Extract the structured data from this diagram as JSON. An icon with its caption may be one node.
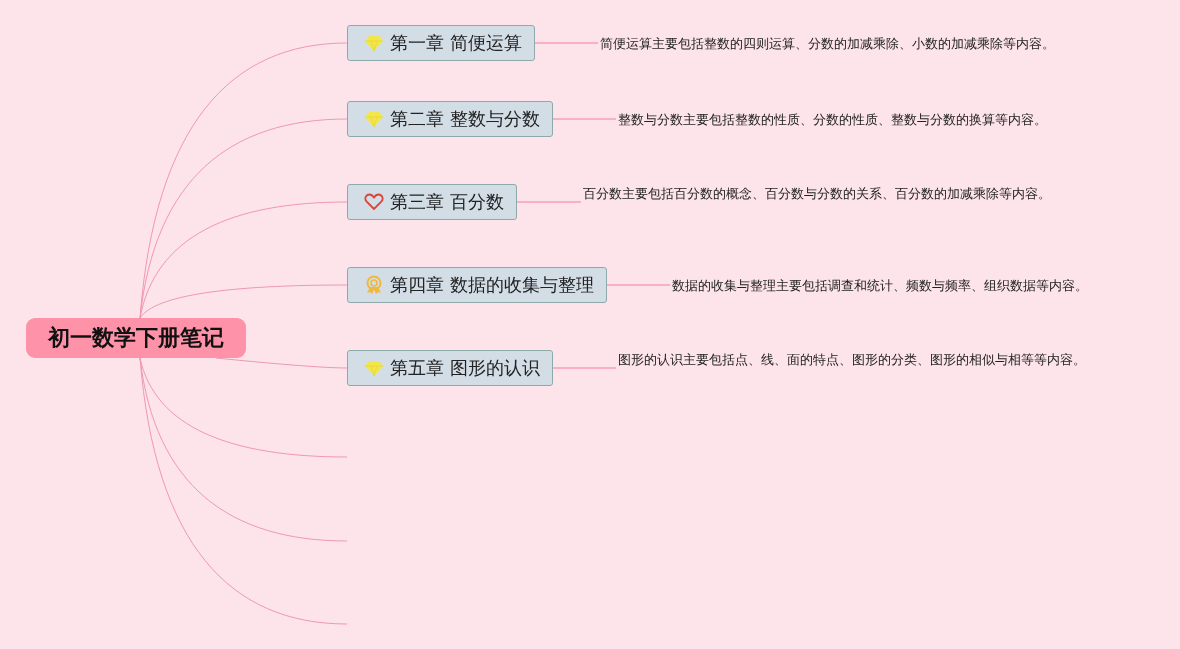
{
  "diagram": {
    "nodes": [
      {
        "text": [
          "初一数学下册笔记"
        ]
      },
      {
        "text": [
          "第一章 简便运算"
        ]
      },
      {
        "text": [
          "第二章 整数与分数"
        ]
      },
      {
        "text": [
          "第三章 百分数"
        ]
      },
      {
        "text": [
          "第四章 数据的收集与整理"
        ]
      },
      {
        "text": [
          "第五章 图形的认识"
        ]
      },
      {
        "text": [
          "简便运算主要包括整数的四则运算、分数的加减乘除、小数的加减乘除等内容。"
        ]
      },
      {
        "text": [
          "整数与分数主要包括整数的性质、分数的性质、整数与分数的换算等内容。"
        ]
      },
      {
        "text": [
          "百分数主要包括百分数的概念、百分数与分数的关系、百分数的加减乘除等内容。"
        ]
      },
      {
        "text": [
          "数据的收集与整理主要包括调查和统计、频数与频率、组织数据等内容。"
        ]
      },
      {
        "text": [
          "图形的认识主要包括点、线、面的特点、图形的分类、图形的相似与相等等内容。"
        ]
      }
    ],
    "edges": [
      {
        "from": 0,
        "to": 1,
        "arrow": "none"
      },
      {
        "from": 0,
        "to": 2,
        "arrow": "none"
      },
      {
        "from": 0,
        "to": 3,
        "arrow": "none"
      },
      {
        "from": 0,
        "to": 4,
        "arrow": "none"
      },
      {
        "from": 0,
        "to": 5,
        "arrow": "none"
      },
      {
        "from": 0,
        "to": null,
        "arrow": "none"
      },
      {
        "from": 0,
        "to": null,
        "arrow": "none"
      },
      {
        "from": 0,
        "to": null,
        "arrow": "none"
      },
      {
        "from": 1,
        "to": 6,
        "arrow": "none"
      },
      {
        "from": 2,
        "to": 7,
        "arrow": "none"
      },
      {
        "from": 3,
        "to": 8,
        "arrow": "none"
      },
      {
        "from": 4,
        "to": 9,
        "arrow": "none"
      },
      {
        "from": 5,
        "to": 10,
        "arrow": "none"
      }
    ]
  }
}
